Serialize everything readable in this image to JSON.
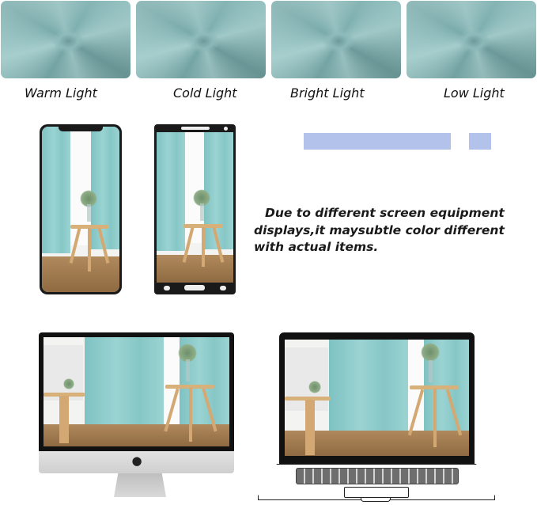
{
  "swatches": [
    {
      "label": "Warm Light",
      "color": "#8dbebd"
    },
    {
      "label": "Cold Light",
      "color": "#88bab9"
    },
    {
      "label": "Bright Light",
      "color": "#8fbfbe"
    },
    {
      "label": "Low Light",
      "color": "#86b8b7"
    }
  ],
  "devices": {
    "phone_1": "notched-phone",
    "phone_2": "android-phone",
    "desktop": "imac",
    "laptop": "laptop"
  },
  "note": {
    "lines": [
      "Due to different screen equipment",
      "displays,it maysubtle color different",
      "with actual items."
    ]
  },
  "decor": {
    "bar_color": "#b3c2ea",
    "logo_glyph": ""
  }
}
